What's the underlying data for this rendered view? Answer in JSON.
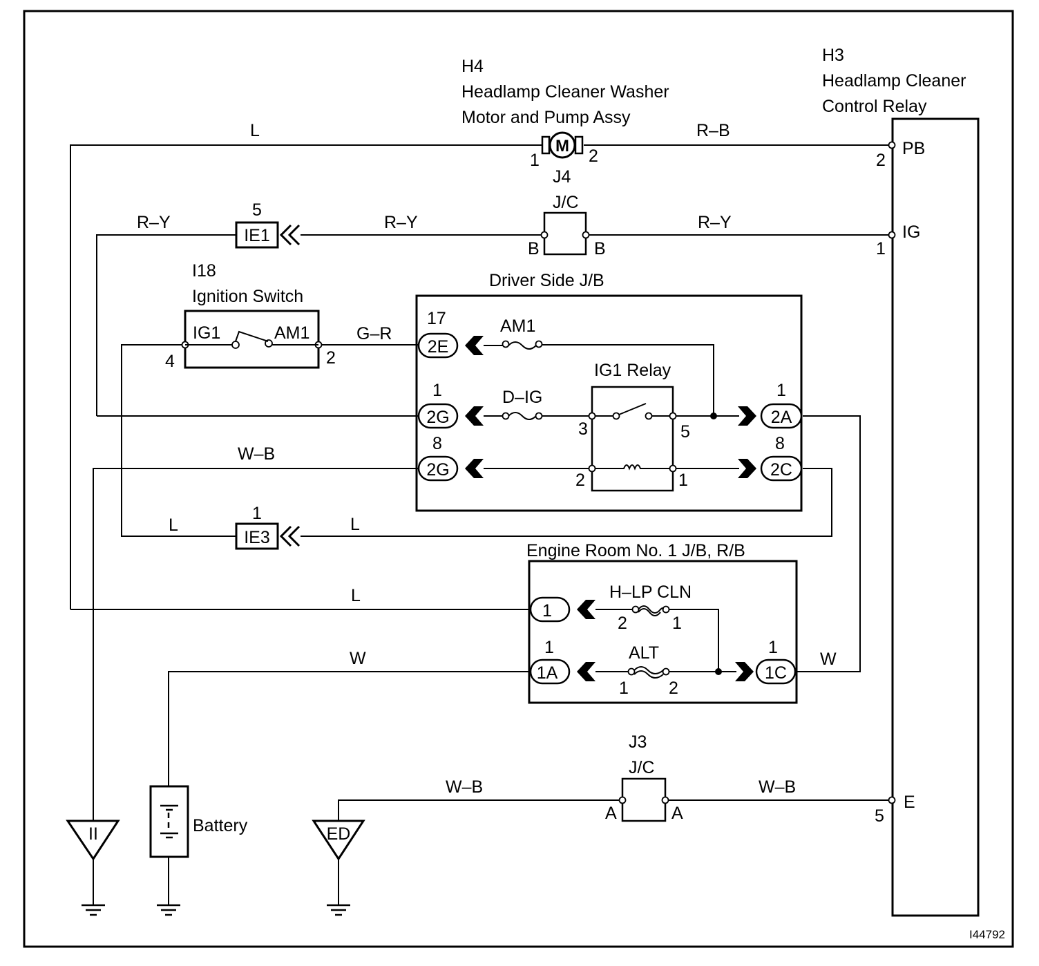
{
  "components": {
    "h4": {
      "code": "H4",
      "name_line1": "Headlamp Cleaner Washer",
      "name_line2": "Motor and Pump Assy",
      "motor_symbol": "M",
      "pin1": "1",
      "pin2": "2"
    },
    "h3": {
      "code": "H3",
      "name_line1": "Headlamp Cleaner",
      "name_line2": "Control Relay",
      "pin_pb": "PB",
      "pin_pb_num": "2",
      "pin_ig": "IG",
      "pin_ig_num": "1",
      "pin_e": "E",
      "pin_e_num": "5"
    },
    "j4": {
      "code": "J4",
      "name": "J/C",
      "pin_left": "B",
      "pin_right": "B"
    },
    "j3": {
      "code": "J3",
      "name": "J/C",
      "pin_left": "A",
      "pin_right": "A"
    },
    "ie1": {
      "label": "IE1",
      "pin": "5"
    },
    "ie3": {
      "label": "IE3",
      "pin": "1"
    },
    "i18": {
      "code": "I18",
      "name": "Ignition Switch",
      "pin_ig1": "IG1",
      "pin_am1": "AM1",
      "pin4": "4",
      "pin2": "2"
    },
    "driver_jb": {
      "title": "Driver Side J/B",
      "c2e": "2E",
      "c2e_pin": "17",
      "c2g_top": "2G",
      "c2g_top_pin": "1",
      "c2g_bottom": "2G",
      "c2g_bottom_pin": "8",
      "c2a": "2A",
      "c2a_pin": "1",
      "c2c": "2C",
      "c2c_pin": "8",
      "fuse_am1": "AM1",
      "fuse_dig": "D–IG",
      "relay_title": "IG1 Relay",
      "relay_p3": "3",
      "relay_p5": "5",
      "relay_p2": "2",
      "relay_p1": "1"
    },
    "engine_jb": {
      "title": "Engine Room No. 1 J/B, R/B",
      "c1": "1",
      "c1a": "1A",
      "c1a_pin": "1",
      "c1c": "1C",
      "c1c_pin": "1",
      "fuse_hlp": "H–LP CLN",
      "hlp_p2": "2",
      "hlp_p1": "1",
      "fuse_alt": "ALT",
      "alt_p1": "1",
      "alt_p2": "2"
    },
    "battery": {
      "label": "Battery"
    },
    "ground_ii": {
      "label": "II"
    },
    "ground_ed": {
      "label": "ED"
    }
  },
  "wires": {
    "top_l": "L",
    "top_rb": "R–B",
    "ry_left": "R–Y",
    "ry_mid": "R–Y",
    "ry_right": "R–Y",
    "gr": "G–R",
    "wb_mid": "W–B",
    "l_ie3_left": "L",
    "l_ie3_right": "L",
    "l_engine": "L",
    "w_left": "W",
    "w_right": "W",
    "wb_bottom_left": "W–B",
    "wb_bottom_right": "W–B"
  },
  "figure_id": "I44792"
}
